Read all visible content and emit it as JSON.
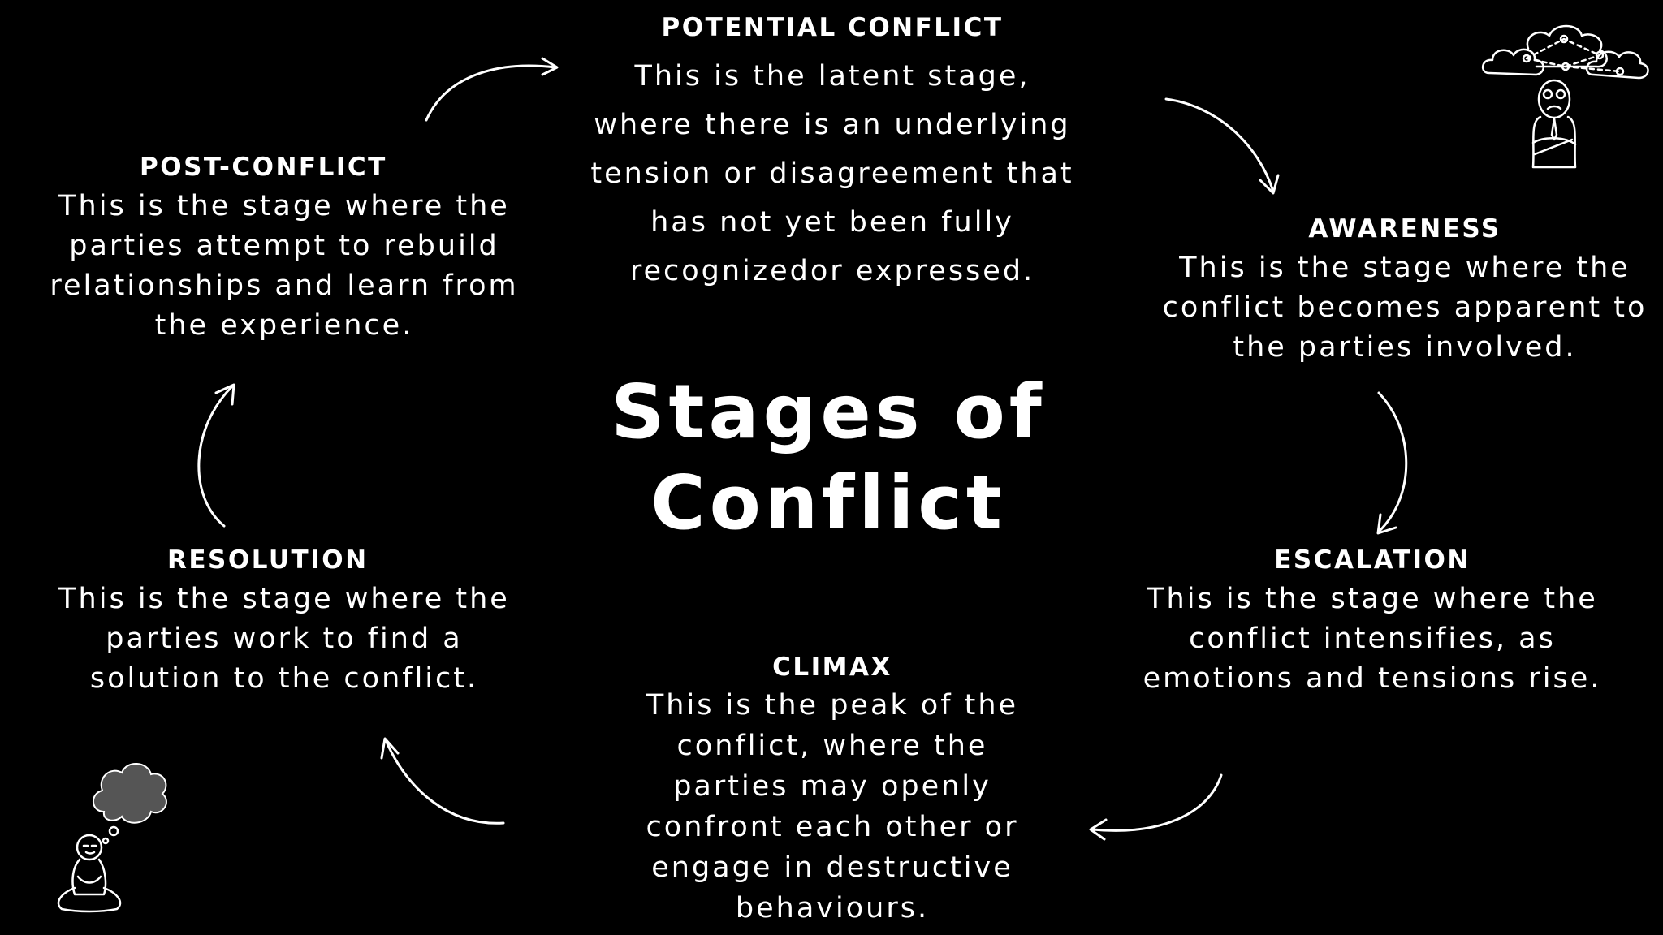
{
  "title": "Stages of\nConflict",
  "stages": {
    "potential": {
      "heading": "POTENTIAL CONFLICT",
      "text": "This is the latent stage,\nwhere there is an underlying\ntension or disagreement that\nhas not yet been fully\nrecognizedor expressed."
    },
    "awareness": {
      "heading": "AWARENESS",
      "text": "This is the stage where the\nconflict becomes apparent to\nthe parties involved."
    },
    "escalation": {
      "heading": "ESCALATION",
      "text": "This is the stage where the\nconflict intensifies, as\nemotions and tensions rise."
    },
    "climax": {
      "heading": "CLIMAX",
      "text": "This is the peak of the\nconflict, where the\nparties may openly\nconfront each other or\nengage in destructive\nbehaviours."
    },
    "resolution": {
      "heading": "RESOLUTION",
      "text": "This is the stage where the\nparties work to find a\nsolution to the conflict."
    },
    "post_conflict": {
      "heading": "POST-CONFLICT",
      "text": "This is the stage where the\nparties attempt to rebuild\nrelationships and learn from\nthe experience."
    }
  },
  "illustrations": {
    "top_right": "person-thinking-cloud-network-icon",
    "bottom_left": "meditating-person-thought-cloud-icon"
  },
  "colors": {
    "background": "#000000",
    "foreground": "#ffffff",
    "cloud_fill": "#555555"
  }
}
